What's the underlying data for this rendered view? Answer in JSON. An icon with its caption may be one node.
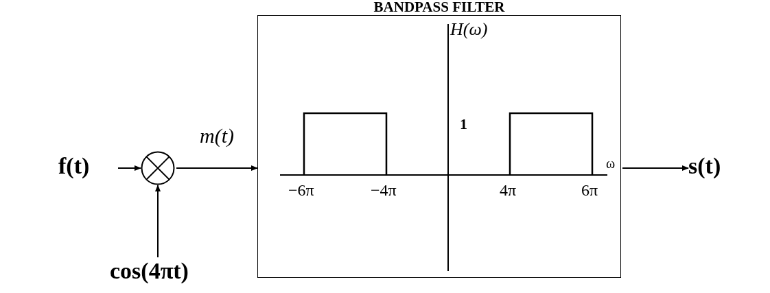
{
  "diagram": {
    "nodes": [
      {
        "text": [
          "f(t)"
        ]
      },
      {
        "text": [],
        "shape": "circle"
      },
      {
        "text": [
          "cos(4πt)"
        ]
      },
      {
        "text": [
          "BANDPASS FILTER"
        ]
      },
      {
        "text": [
          "s(t)"
        ]
      }
    ],
    "edges": [
      {
        "from": 0,
        "to": 1,
        "arrow": "to"
      },
      {
        "from": 2,
        "to": 1,
        "arrow": "to"
      },
      {
        "from": 1,
        "to": 3,
        "arrow": "to",
        "label": "m(t)"
      },
      {
        "from": 3,
        "to": 4,
        "arrow": "to"
      }
    ],
    "labels": [
      "H(ω)",
      "1",
      "ω",
      "−6π",
      "−4π",
      "4π",
      "6π"
    ]
  }
}
